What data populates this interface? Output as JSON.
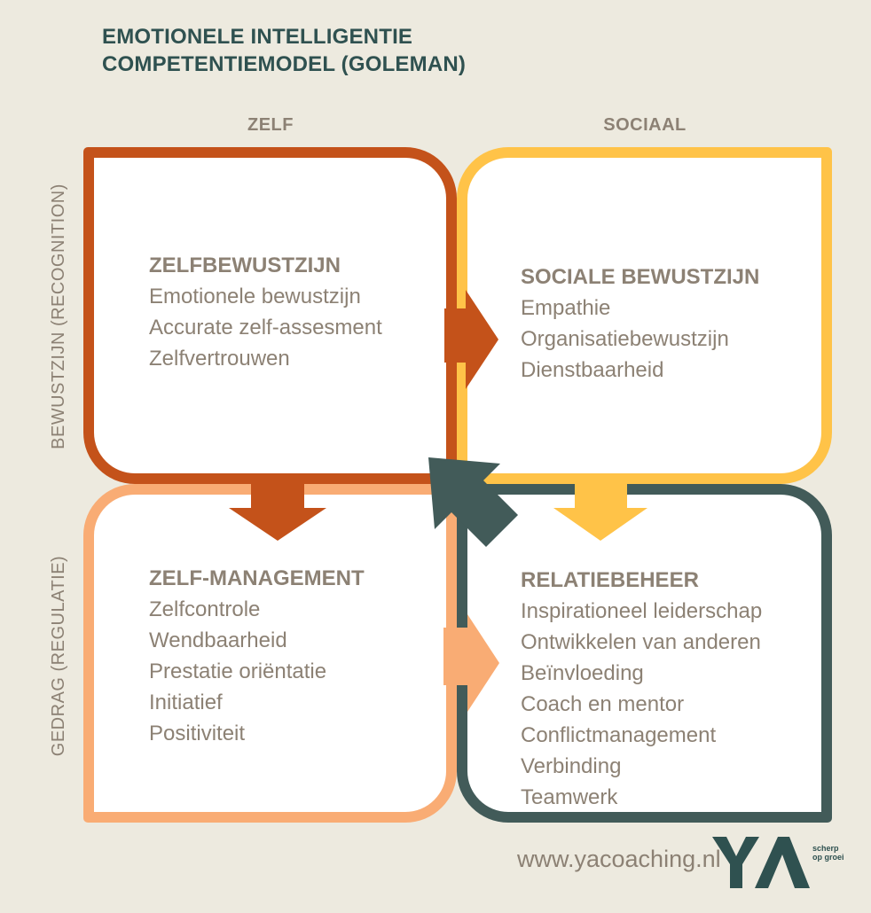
{
  "title": {
    "line1": "EMOTIONELE INTELLIGENTIE",
    "line2": "COMPETENTIEMODEL (GOLEMAN)"
  },
  "axis": {
    "col_left": "ZELF",
    "col_right": "SOCIAAL",
    "row_top": "BEWUSTZIJN (RECOGNITION)",
    "row_bottom": "GEDRAG (REGULATIE)"
  },
  "quadrants": {
    "zelfbewustzijn": {
      "title": "ZELFBEWUSTZIJN",
      "items": [
        "Emotionele bewustzijn",
        "Accurate zelf-assesment",
        "Zelfvertrouwen"
      ]
    },
    "sociale_bewustzijn": {
      "title": "SOCIALE BEWUSTZIJN",
      "items": [
        "Empathie",
        "Organisatiebewustzijn",
        "Dienstbaarheid"
      ]
    },
    "zelf_management": {
      "title": "ZELF-MANAGEMENT",
      "items": [
        "Zelfcontrole",
        "Wendbaarheid",
        "Prestatie oriëntatie",
        "Initiatief",
        "Positiviteit"
      ]
    },
    "relatiebeheer": {
      "title": "RELATIEBEHEER",
      "items": [
        "Inspirationeel leiderschap",
        "Ontwikkelen van anderen",
        "Beïnvloeding",
        "Coach en mentor",
        "Conflictmanagement",
        "Verbinding",
        "Teamwerk"
      ]
    }
  },
  "footer": {
    "website": "www.yacoaching.nl",
    "logo": "YA",
    "tagline_line1": "scherp",
    "tagline_line2": "op groei"
  },
  "colors": {
    "background": "#EDEADF",
    "title_text": "#2F5150",
    "body_text": "#8C8174",
    "box_fill": "#FFFFFF",
    "orange": "#C4521A",
    "yellow": "#FFC348",
    "peach": "#F9AC74",
    "teal": "#425B59"
  }
}
